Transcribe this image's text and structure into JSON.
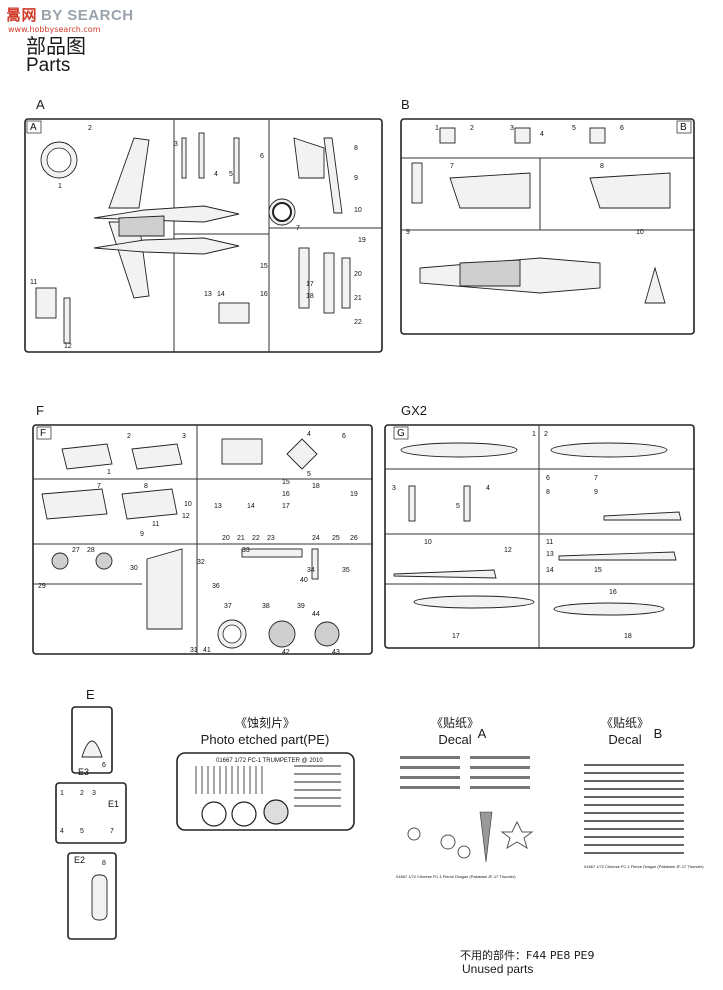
{
  "watermark": {
    "cn": "暠",
    "cn2": "网",
    "en": "BY SEARCH",
    "sub": "www.hobbysearch.com"
  },
  "header": {
    "title_cn": "部品图",
    "title_en": "Parts"
  },
  "sprues": {
    "A": {
      "label": "A",
      "tag": "A"
    },
    "B": {
      "label": "B",
      "tag": "B"
    },
    "F": {
      "label": "F",
      "tag": "F"
    },
    "GX2": {
      "label": "GX2",
      "tag": "G"
    },
    "E": {
      "label": "E",
      "tags": [
        "E3",
        "E1",
        "E2"
      ]
    }
  },
  "pe": {
    "caption_cn": "《蚀刻片》",
    "caption_en": "Photo etched part(PE)",
    "header_text": "01667 1/72 FC-1 TRUMPETER @ 2010"
  },
  "decal_a": {
    "caption_cn": "《贴纸》",
    "caption_en": "Decal",
    "letter": "A",
    "footer": "01667 1/72 Chinese FC-1 Fierce Dragon (Pakistani JF-17 Thunder)"
  },
  "decal_b": {
    "caption_cn": "《贴纸》",
    "caption_en": "Decal",
    "letter": "B",
    "footer": "01667 1/72 Chinese FC-1 Fierce Dragon (Pakistani JF-17 Thunder)"
  },
  "unused": {
    "label_cn": "不用的部件：F44 PE8 PE9",
    "label_en": "Unused parts"
  }
}
